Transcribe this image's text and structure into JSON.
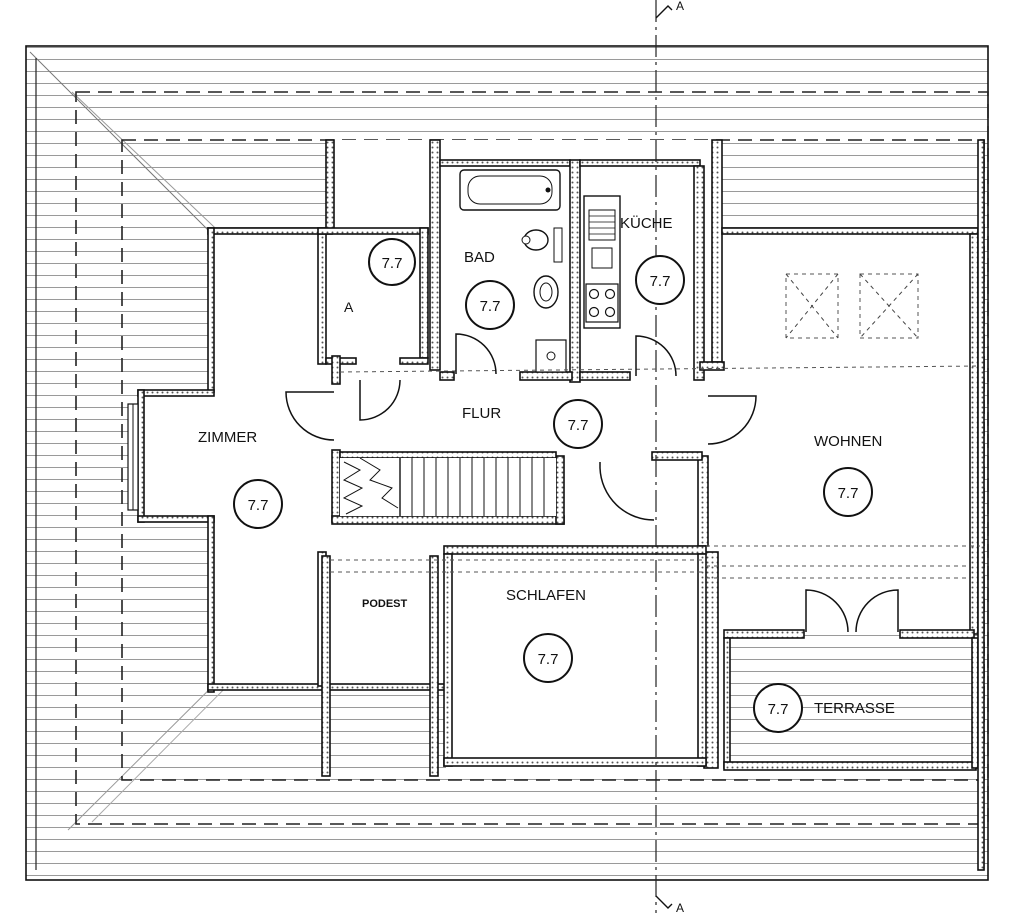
{
  "section_marker": {
    "label": "A"
  },
  "rooms": {
    "zimmer": {
      "name": "ZIMMER",
      "tag": "7.7"
    },
    "abstell": {
      "name": "A",
      "tag": "7.7"
    },
    "bad": {
      "name": "BAD",
      "tag": "7.7"
    },
    "kueche": {
      "name": "KÜCHE",
      "tag": "7.7"
    },
    "flur": {
      "name": "FLUR",
      "tag": "7.7"
    },
    "wohnen": {
      "name": "WOHNEN",
      "tag": "7.7"
    },
    "podest": {
      "name": "PODEST"
    },
    "schlafen": {
      "name": "SCHLAFEN",
      "tag": "7.7"
    },
    "terrasse": {
      "name": "TERRASSE",
      "tag": "7.7"
    }
  },
  "colors": {
    "line": "#111111",
    "roof_hatch": "#9a9a9a",
    "background": "#ffffff"
  }
}
